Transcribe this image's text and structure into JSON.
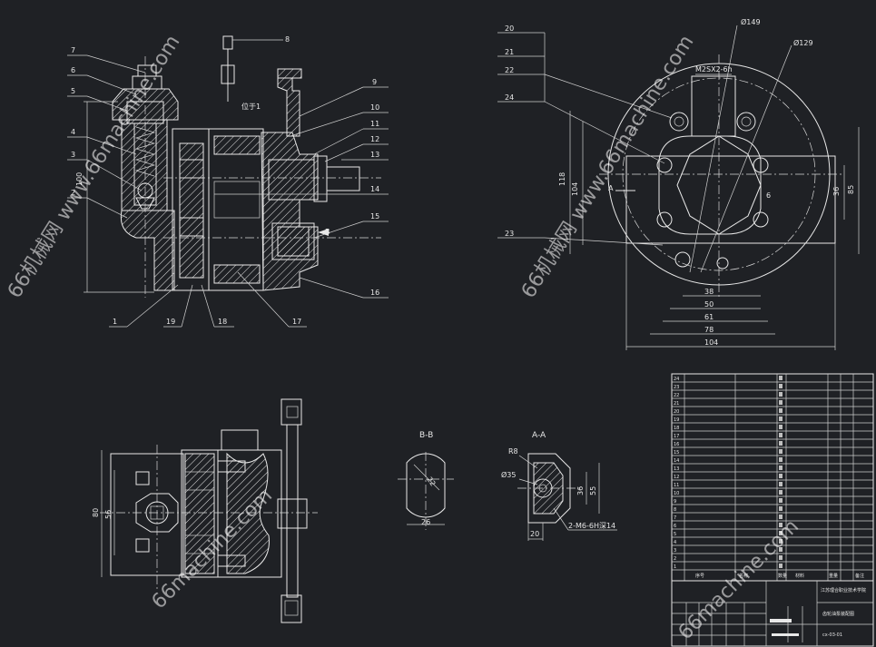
{
  "view_main": {
    "callouts_left": [
      "7",
      "6",
      "5",
      "4",
      "3",
      "2"
    ],
    "callout_8": "8",
    "label_position": "位于1",
    "callouts_right": [
      "9",
      "10",
      "11",
      "12",
      "13",
      "14",
      "15",
      "16"
    ],
    "callouts_bottom": [
      "1",
      "19",
      "18",
      "17"
    ],
    "section_mark_b": "B",
    "dim_vertical": "100"
  },
  "view_top": {
    "callouts_left": [
      "20",
      "21",
      "22",
      "24",
      "23"
    ],
    "dia_large": "Ø149",
    "dia_small": "Ø129",
    "thread": "M2SX2-6h",
    "dim_v": [
      "118",
      "104"
    ],
    "dim_v_right": [
      "36",
      "85"
    ],
    "dim_h": [
      "38",
      "50",
      "61",
      "78",
      "104"
    ],
    "section_mark_a": "A",
    "dim_6": "6"
  },
  "view_side": {
    "dim_80": "80",
    "dim_56": "56"
  },
  "section_bb": {
    "title": "B-B",
    "dim_inner": "22",
    "dim_width": "26"
  },
  "section_aa": {
    "title": "A-A",
    "dim_r": "R8",
    "dim_dia": "Ø35",
    "dim_36": "36",
    "dim_55": "55",
    "dim_20": "20",
    "thread_note": "2-M6-6H深14"
  },
  "title_block": {
    "rows": [
      "24",
      "23",
      "22",
      "21",
      "20",
      "19",
      "18",
      "17",
      "16",
      "15",
      "14",
      "13",
      "12",
      "11",
      "10",
      "9",
      "8",
      "7",
      "6",
      "5",
      "4",
      "3",
      "2",
      "1"
    ],
    "head_seq": "序号",
    "head_name": "名称",
    "head_qty": "数量",
    "head_mat": "材料",
    "head_note": "备注",
    "head_wt": "重量",
    "school": "江苏理合职业技术学院",
    "drawing_name": "齿轮油泵装配图",
    "drawing_no": "cx-03-01"
  },
  "watermarks": [
    "66机械网 www.66machine.com",
    "66机械网 www.66machine.com",
    "66machine.com",
    "66machine.com"
  ]
}
